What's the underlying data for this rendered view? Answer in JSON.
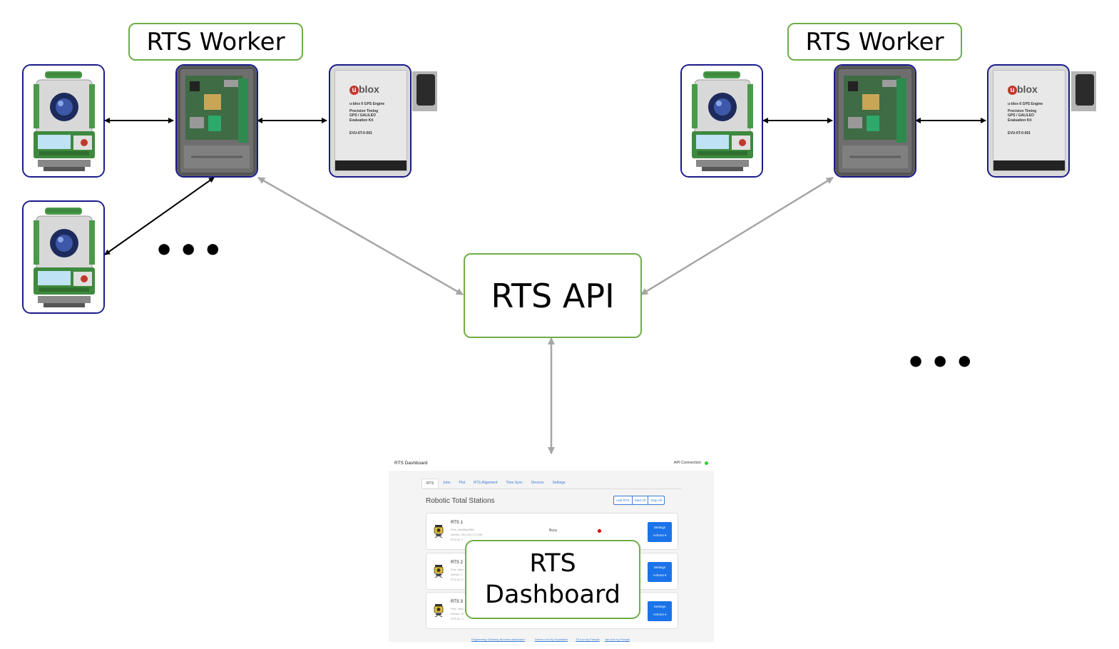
{
  "labels": {
    "worker_left": "RTS Worker",
    "worker_right": "RTS Worker",
    "api": "RTS API",
    "dashboard_line1": "RTS",
    "dashboard_line2": "Dashboard",
    "ellipsis_left": "•••",
    "ellipsis_right": "•••"
  },
  "gps_box": {
    "brand": "blox",
    "line1": "u-blox 6 GPS Engine",
    "line2": "Precision Timing",
    "line3": "GPS / GALILEO",
    "line4": "Evaluation Kit",
    "model": "EVU-6T-0-001"
  },
  "dashboard": {
    "title": "RTS Dashboard",
    "api_connection": "API Connection",
    "tabs": [
      "RTS",
      "Jobs",
      "Plot",
      "RTS Alignment",
      "Time Sync",
      "Devices",
      "Settings"
    ],
    "heading": "Robotic Total Stations",
    "buttons": [
      "Add RTS",
      "Start All",
      "Stop All"
    ],
    "cards": [
      {
        "name": "RTS 1",
        "port": "Port: /dev/ttyUSB0",
        "device": "Device: 191.220.172.156",
        "id": "RTS ID: 1",
        "status": "Busy",
        "settings": "Settings",
        "actions": "Actions ▾"
      },
      {
        "name": "RTS 2",
        "port": "Port: /dev/",
        "device": "Device: 1",
        "id": "RTS ID: 2",
        "status": "",
        "settings": "Settings",
        "actions": "Actions ▾"
      },
      {
        "name": "RTS 3",
        "port": "Port: /dev/",
        "device": "Device: 57",
        "id": "RTS ID: 3",
        "status": "",
        "settings": "Settings",
        "actions": "Actions ▾"
      }
    ],
    "footer": [
      "Engineering Geodesy Bonn/rts-dashboard",
      "Device Icon by Hopstarter",
      "TS Icon by Freepik",
      "Job Icon by Freepik"
    ]
  },
  "colors": {
    "label_border": "#70ad47",
    "device_border": "#1a1a8c",
    "worker_link": "#000000",
    "api_link": "#a6a6a6",
    "ts_green": "#4a9a4a",
    "ublox_red": "#c0392b"
  }
}
